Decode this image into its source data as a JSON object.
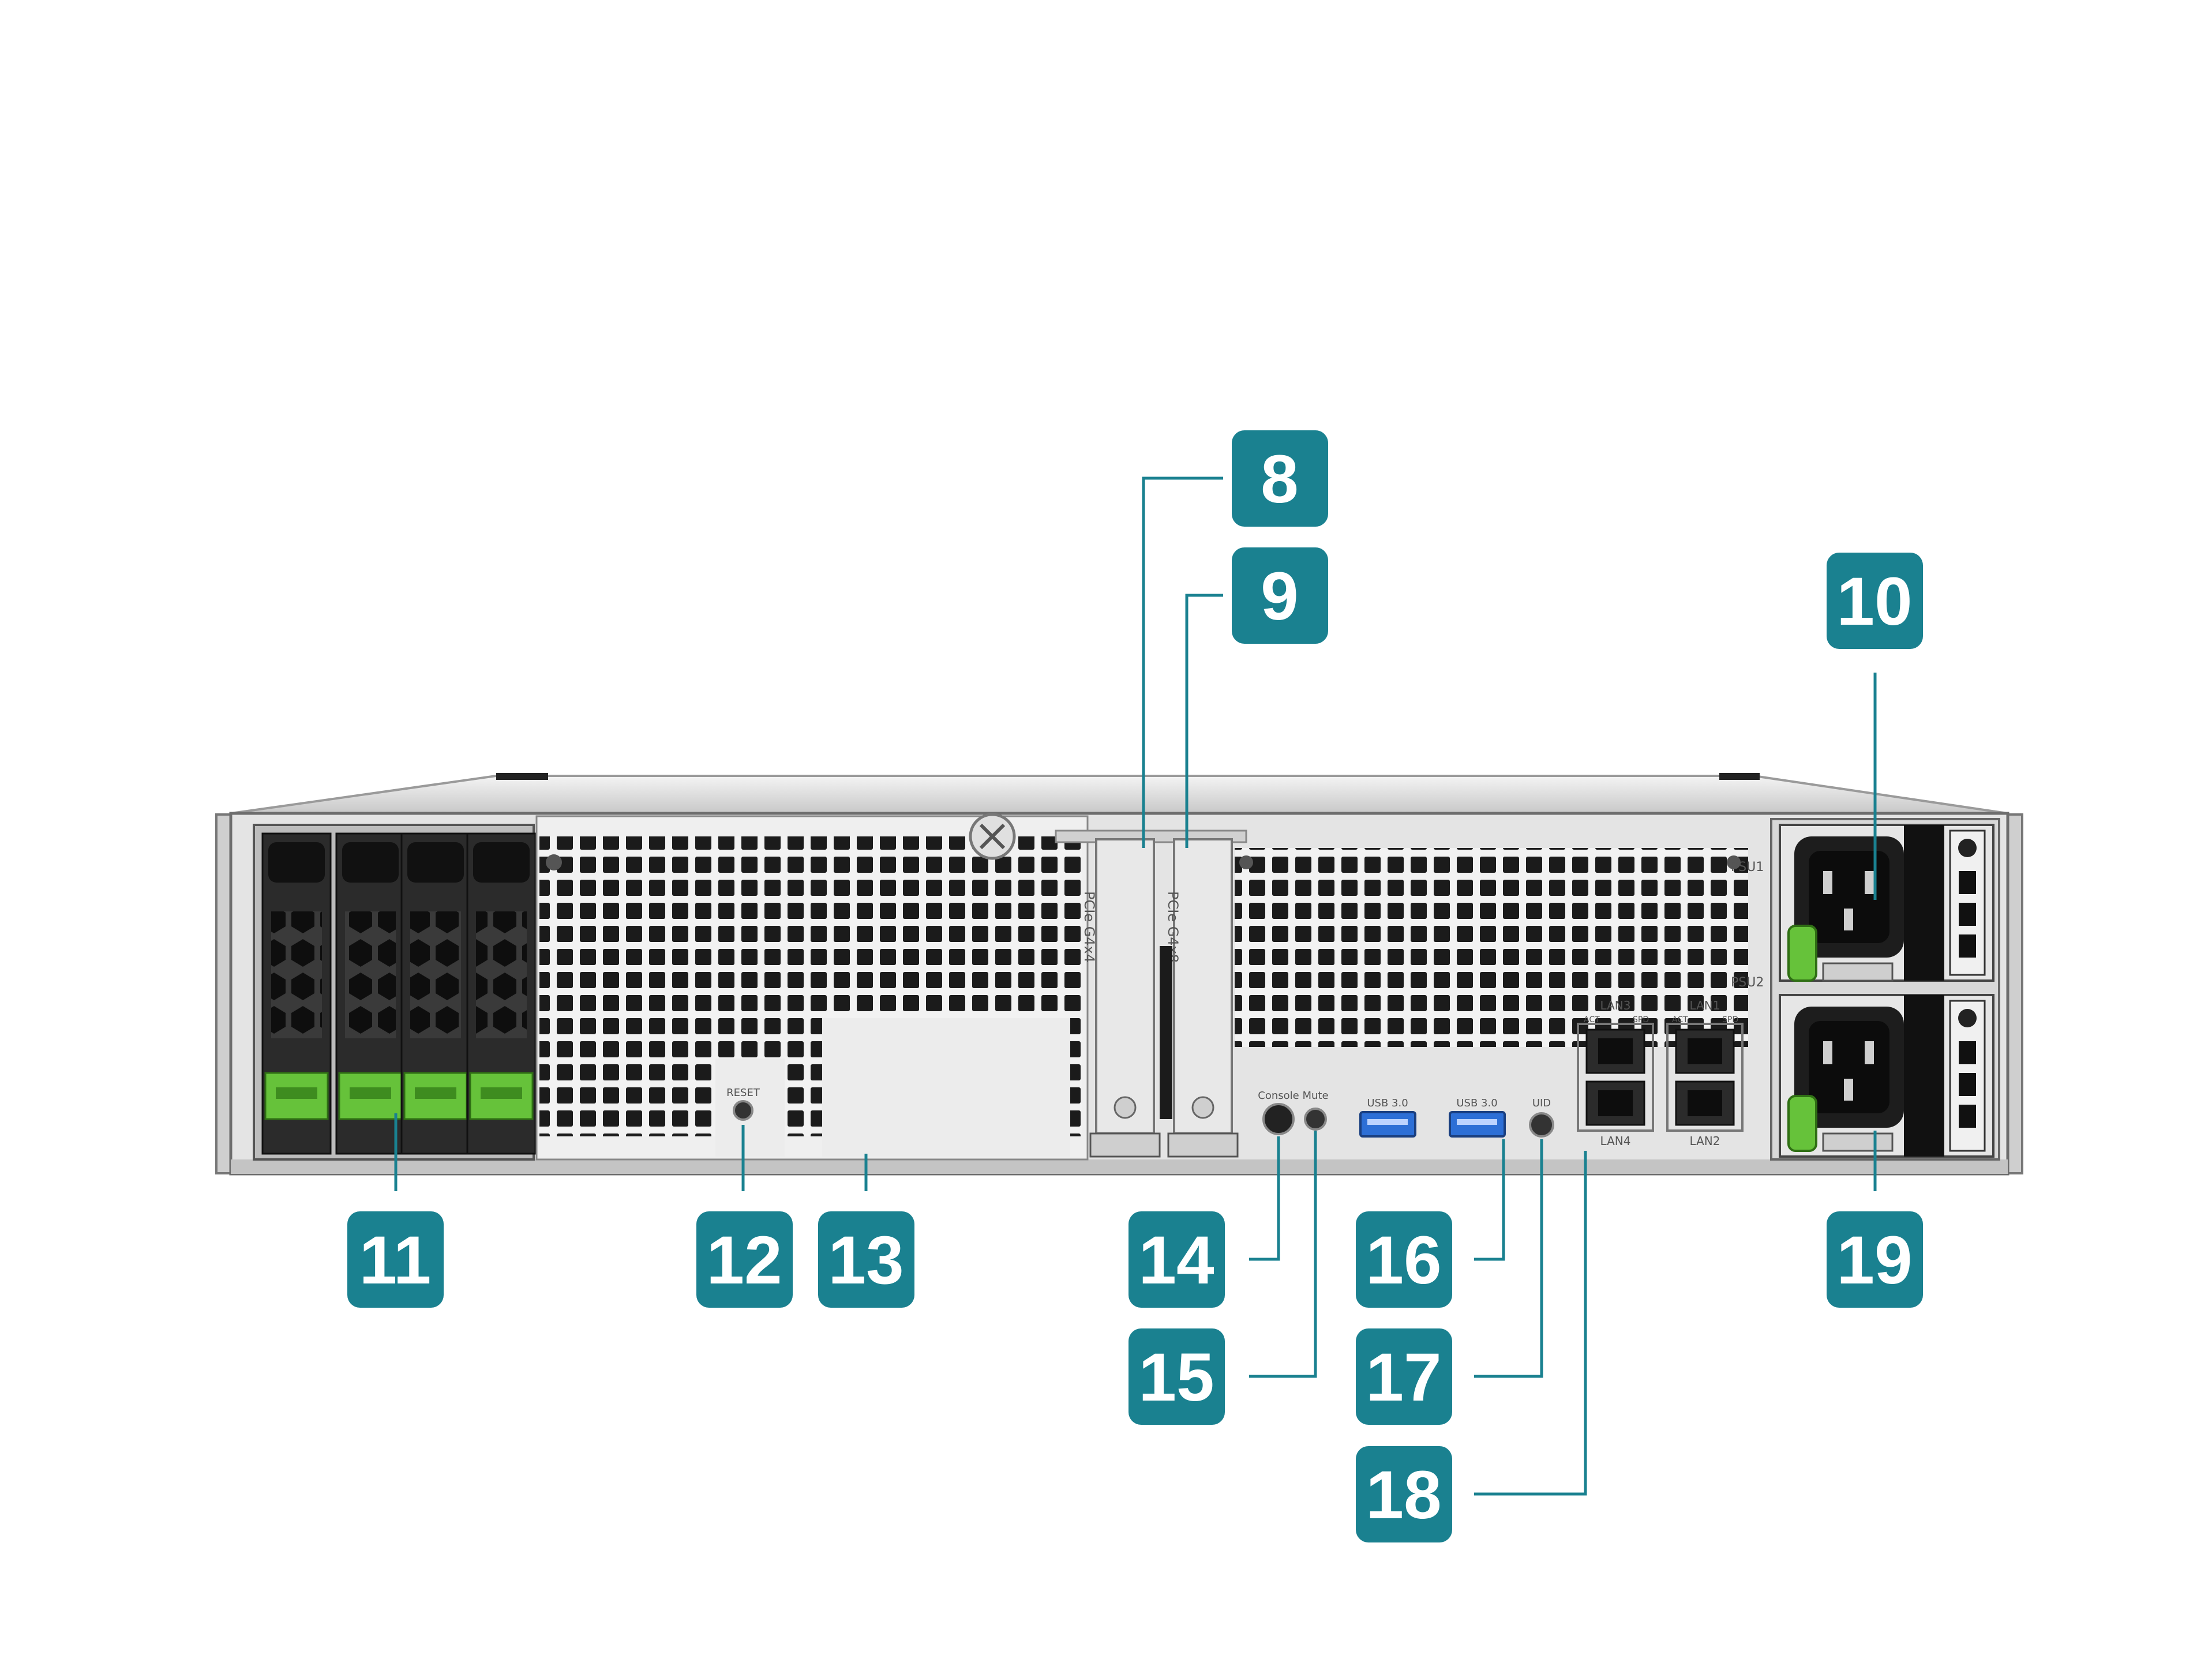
{
  "callouts": [
    {
      "id": "8",
      "label": "8"
    },
    {
      "id": "9",
      "label": "9"
    },
    {
      "id": "10",
      "label": "10"
    },
    {
      "id": "11",
      "label": "11"
    },
    {
      "id": "12",
      "label": "12"
    },
    {
      "id": "13",
      "label": "13"
    },
    {
      "id": "14",
      "label": "14"
    },
    {
      "id": "15",
      "label": "15"
    },
    {
      "id": "16",
      "label": "16"
    },
    {
      "id": "17",
      "label": "17"
    },
    {
      "id": "18",
      "label": "18"
    },
    {
      "id": "19",
      "label": "19"
    }
  ],
  "panel_labels": {
    "reset": "RESET",
    "console": "Console",
    "mute": "Mute",
    "usb_a": "USB 3.0",
    "usb_b": "USB 3.0",
    "uid": "UID",
    "lan1": "LAN1",
    "lan2": "LAN2",
    "lan3": "LAN3",
    "lan4": "LAN4",
    "act_a": "ACT",
    "spd_a": "SPD",
    "act_b": "ACT",
    "spd_b": "SPD",
    "psu1": "PSU1",
    "psu2": "PSU2",
    "pcie_a": "PCIe G4x4",
    "pcie_b": "PCIe G4x8"
  },
  "colors": {
    "badge": "#1a8190",
    "leader": "#1a8190",
    "chassis": "#dcdcdc",
    "chassis_dark": "#2a2a2a",
    "drive_latch": "#66c23a",
    "usb_port": "#2d6fd6"
  }
}
